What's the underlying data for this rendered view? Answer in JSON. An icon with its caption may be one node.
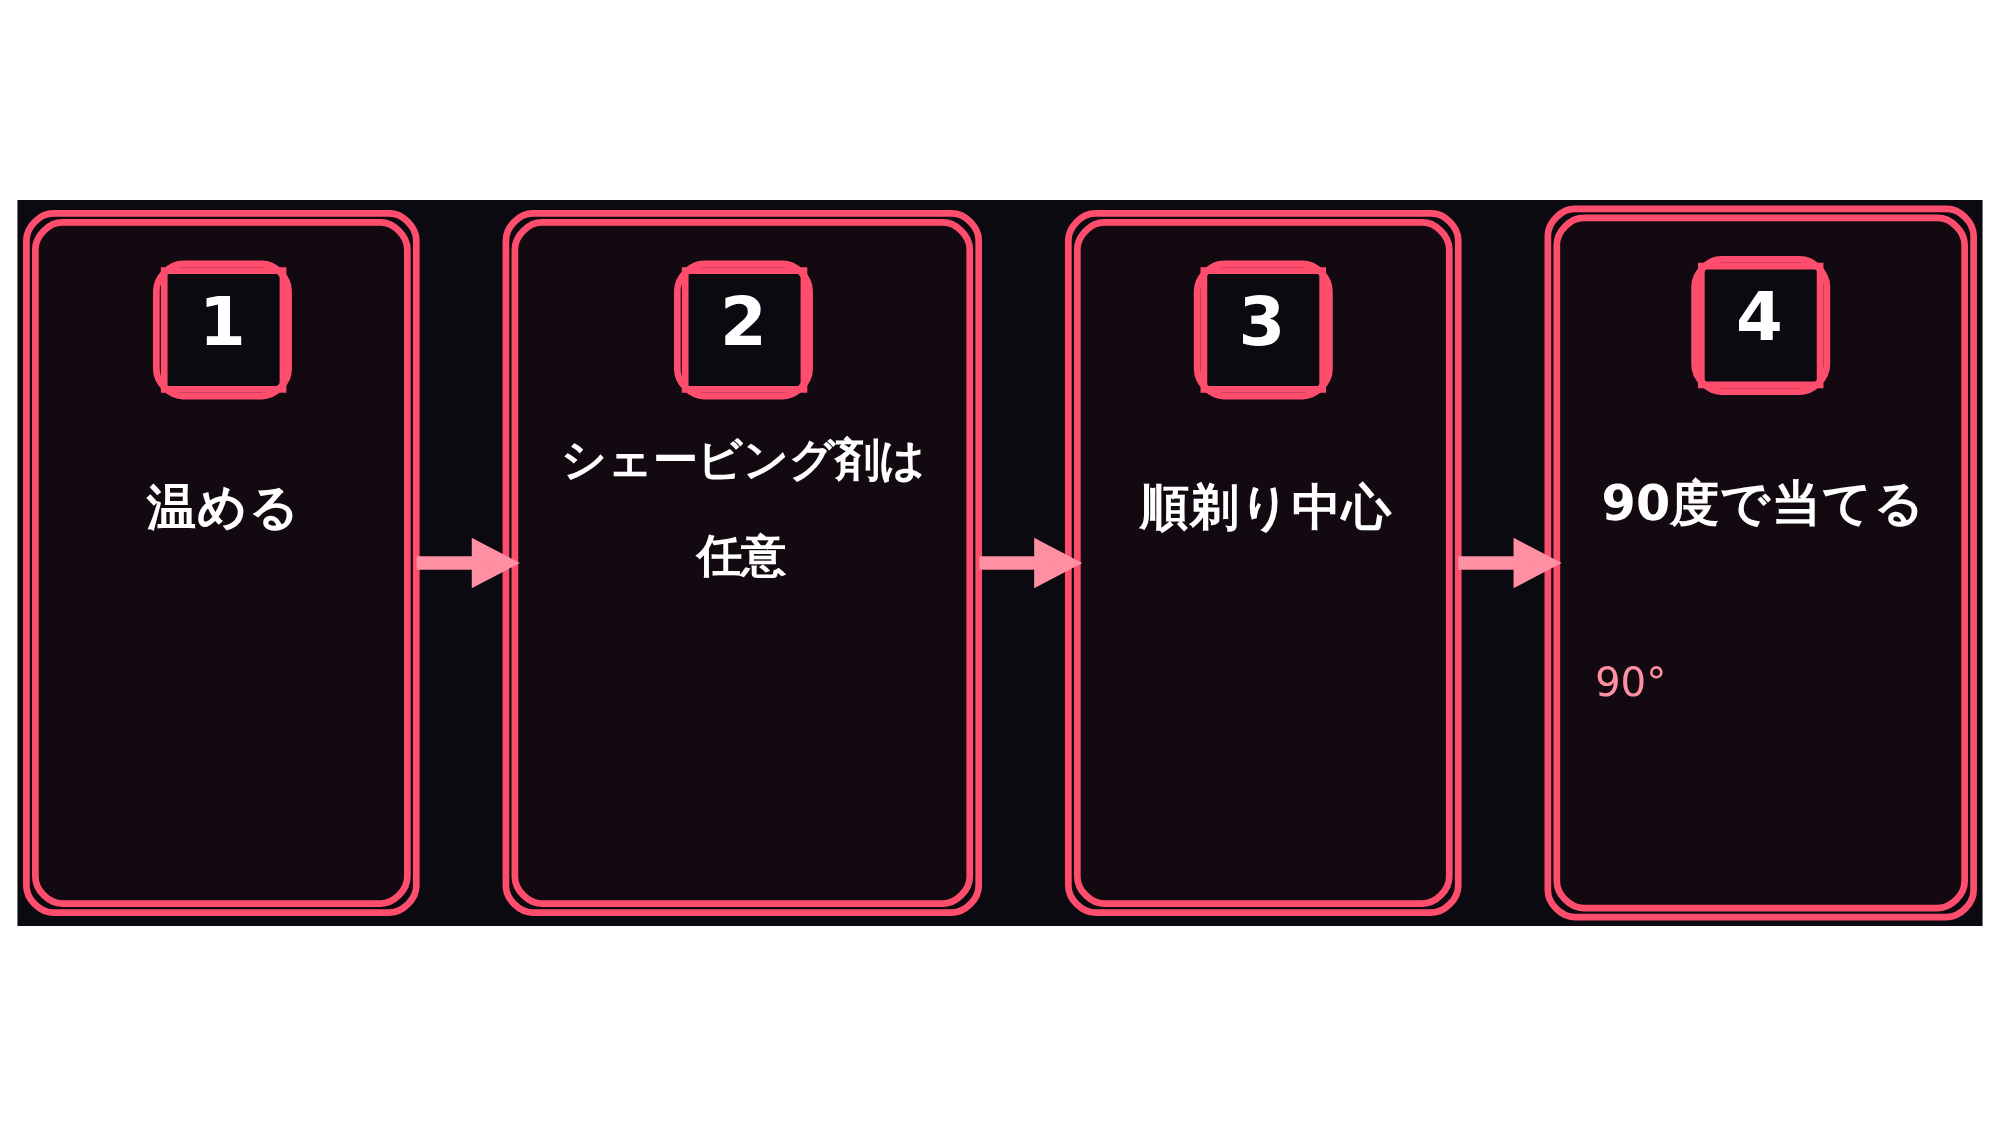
{
  "diagram": {
    "nodes": [
      {
        "text": [
          "1",
          "温める"
        ]
      },
      {
        "text": [
          "2",
          "シェービング剤は任意"
        ]
      },
      {
        "text": [
          "3",
          "順剃り中心"
        ]
      },
      {
        "text": [
          "4",
          "90度で当てる",
          "90°"
        ]
      }
    ],
    "edges": [
      {
        "from": 0,
        "to": 1,
        "arrow": "to"
      },
      {
        "from": 1,
        "to": 2,
        "arrow": "to"
      },
      {
        "from": 2,
        "to": 3,
        "arrow": "to"
      }
    ]
  }
}
